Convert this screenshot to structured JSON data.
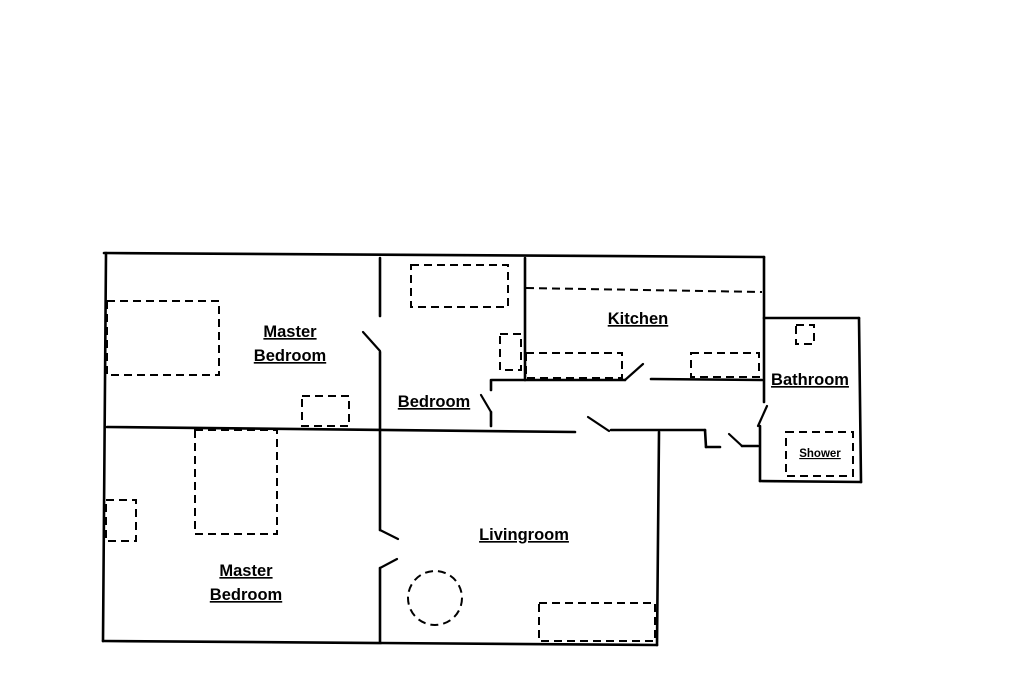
{
  "plan": {
    "rooms": {
      "master_bedroom_top": [
        "Master",
        "Bedroom"
      ],
      "bedroom": "Bedroom",
      "kitchen": "Kitchen",
      "bathroom": "Bathroom",
      "shower": "Shower",
      "master_bedroom_bottom": [
        "Master",
        "Bedroom"
      ],
      "livingroom": "Livingroom"
    }
  }
}
